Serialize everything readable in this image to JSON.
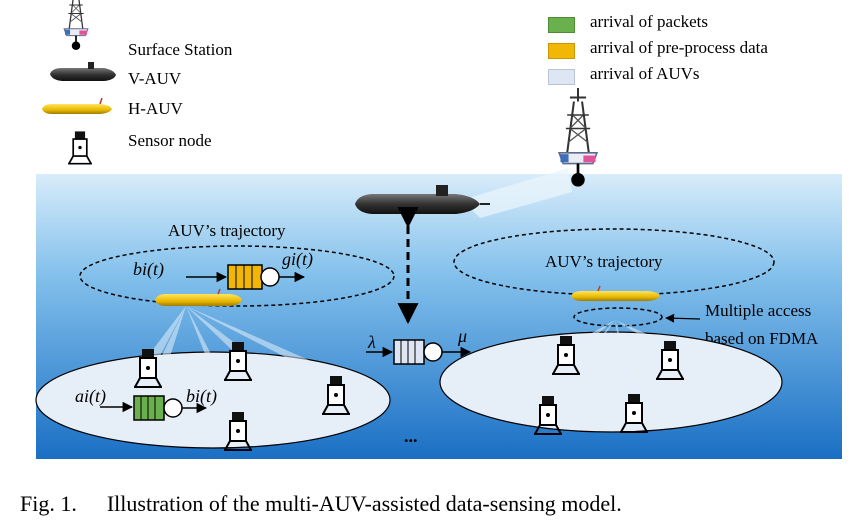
{
  "legend_left": {
    "surface_station": "Surface Station",
    "v_auv": "V-AUV",
    "h_auv": "H-AUV",
    "sensor_node": "Sensor node"
  },
  "legend_right": {
    "packets": "arrival of packets",
    "preprocess": "arrival of pre-process data",
    "auvs": "arrival of AUVs",
    "colors": {
      "packets": "#6ab04c",
      "preprocess": "#f2b705",
      "auvs": "#dde6f2"
    }
  },
  "diagram": {
    "left_trajectory": "AUV’s trajectory",
    "right_trajectory": "AUV’s trajectory",
    "b_in": "bi(t)",
    "g_out": "gi(t)",
    "a_in": "ai(t)",
    "b_out": "bi(t)",
    "lambda": "λ",
    "mu": "μ",
    "ellipsis": "...",
    "fdma_line1": "Multiple access",
    "fdma_line2": "based on FDMA"
  },
  "caption": {
    "number": "Fig. 1.",
    "text": "Illustration of the multi-AUV-assisted data-sensing model."
  }
}
